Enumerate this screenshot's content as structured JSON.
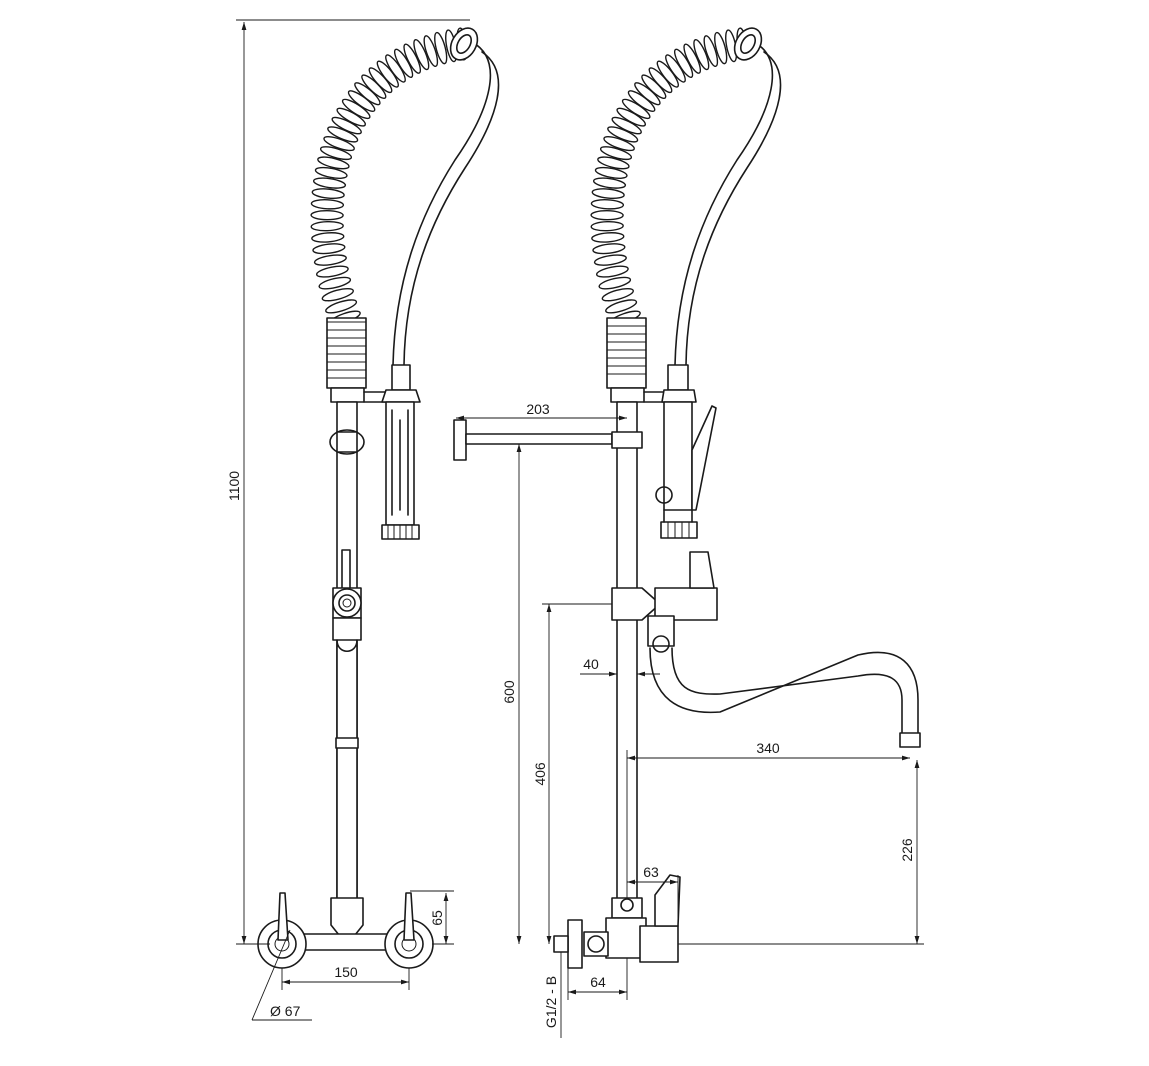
{
  "dimensions": {
    "total_height": "1100",
    "shelf_depth": "203",
    "shelf_height": "600",
    "column_offset": "40",
    "valve_height": "406",
    "spout_reach": "340",
    "spout_height": "226",
    "handle_offset": "63",
    "valve_height_small": "65",
    "centers": "150",
    "rosette_diameter": "Ø 67",
    "wall_depth": "64",
    "thread": "G1/2 - B"
  },
  "colors": {
    "line": "#1a1a1a",
    "background": "#ffffff"
  }
}
